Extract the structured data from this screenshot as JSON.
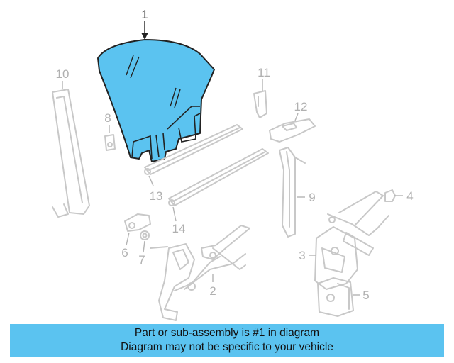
{
  "diagram": {
    "callouts": [
      "1",
      "2",
      "3",
      "4",
      "5",
      "6",
      "7",
      "8",
      "9",
      "10",
      "11",
      "12",
      "13",
      "14"
    ],
    "highlight_color": "#5bc3f0",
    "highlighted_part": "1"
  },
  "banner": {
    "line1": "Part or sub-assembly is #1 in diagram",
    "line2": "Diagram may not be specific to your vehicle",
    "color": "#5bc3f0"
  }
}
